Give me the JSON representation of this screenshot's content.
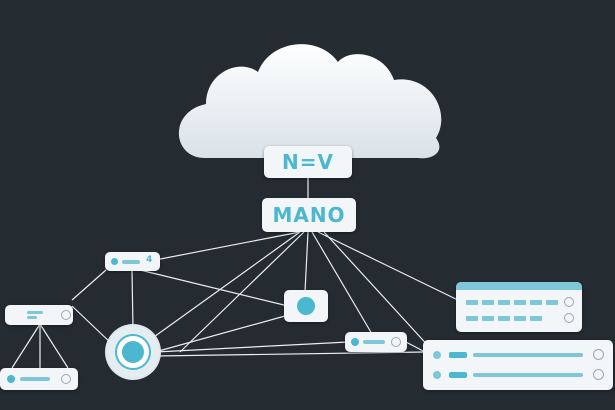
{
  "labels": {
    "nfv": "N=V",
    "mano": "MANO",
    "switch_port": "4"
  },
  "icons": {
    "cloud": "cloud-icon",
    "hub": "hub-icon"
  },
  "colors": {
    "background": "#242b31",
    "accent": "#4bb8cf",
    "panel": "#f3f6f8",
    "line": "#e9eef1"
  }
}
